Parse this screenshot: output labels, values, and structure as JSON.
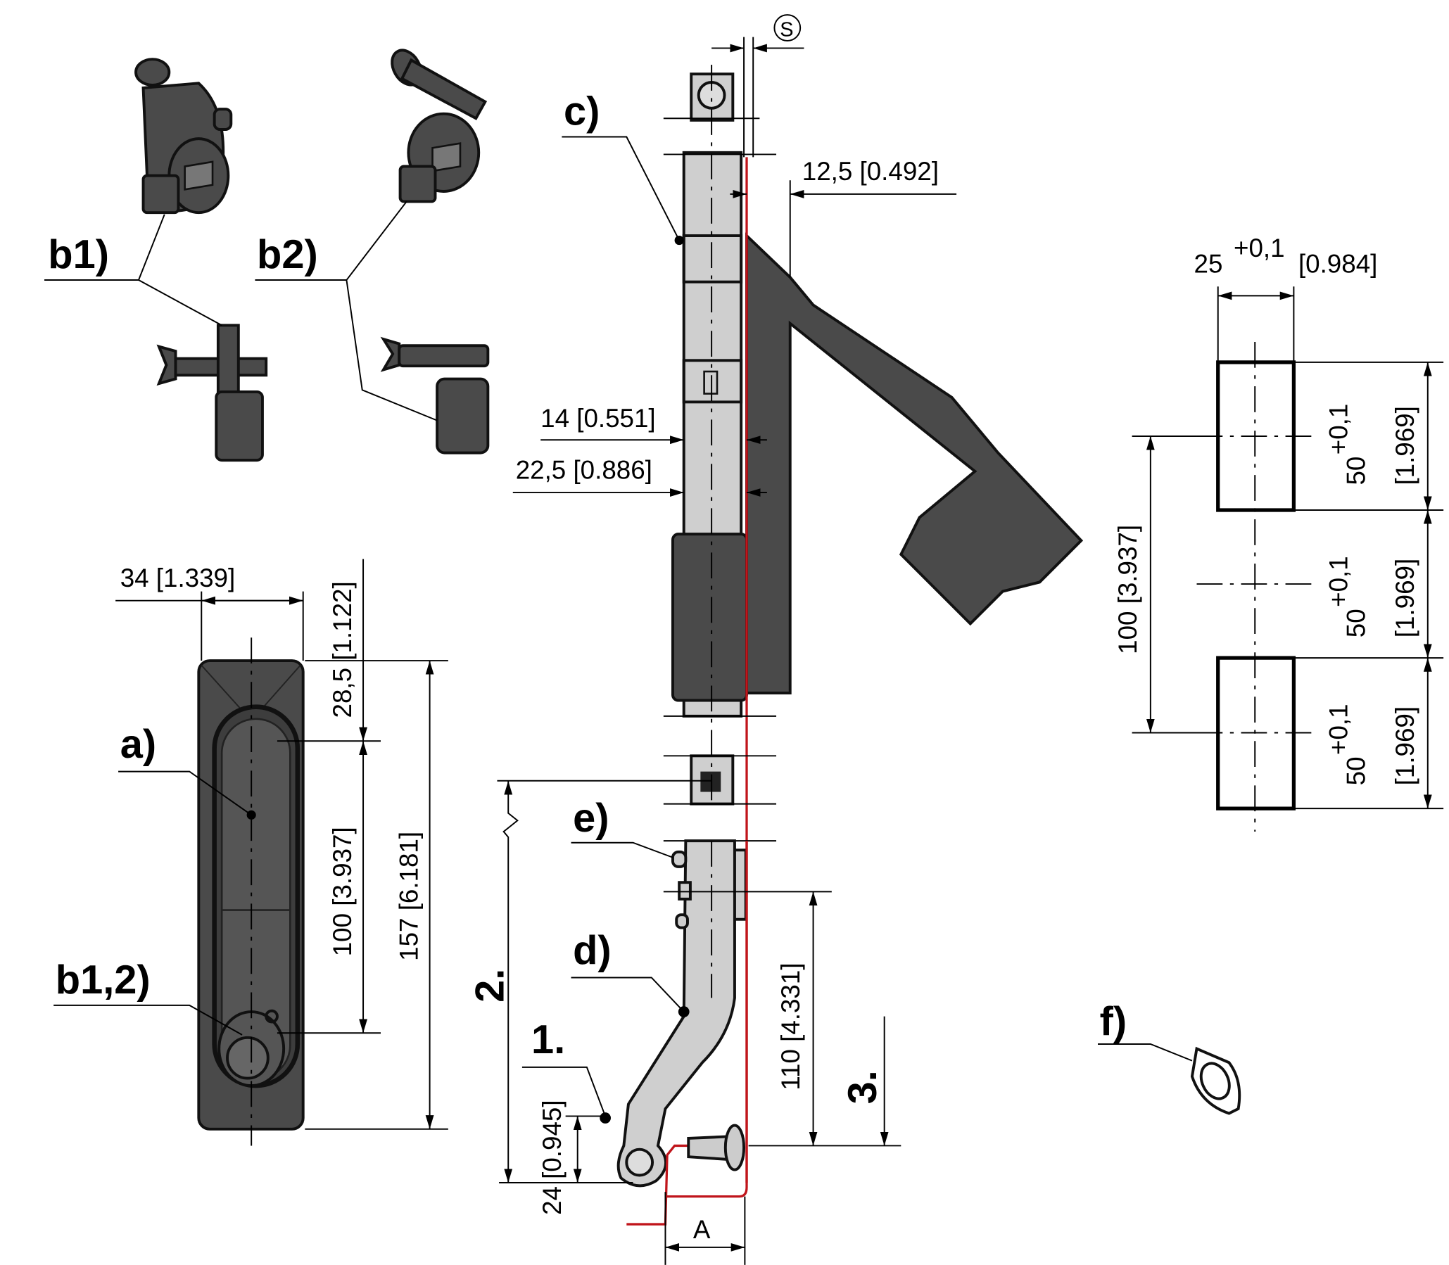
{
  "labels": {
    "a": "a)",
    "b1": "b1)",
    "b2": "b2)",
    "b12": "b1,2)",
    "c": "c)",
    "d": "d)",
    "e": "e)",
    "f": "f)",
    "step1": "1.",
    "step2": "2.",
    "step3": "3.",
    "gap_a": "A",
    "s_symbol": "S"
  },
  "dimensions": {
    "width_34": "34 [1.339]",
    "top_28_5": "28,5 [1.122]",
    "pitch_100": "100 [3.937]",
    "length_157": "157 [6.181]",
    "depth_12_5": "12,5 [0.492]",
    "depth_14": "14 [0.551]",
    "depth_22_5": "22,5 [0.886]",
    "height_110": "110 [4.331]",
    "height_24": "24 [0.945]",
    "cutout_width": "25",
    "cutout_width_tol": "+0,1",
    "cutout_width_in": "[0.984]",
    "cutout_pitch": "100 [3.937]",
    "cutout_h1": "50",
    "cutout_h1_tol": "+0,1",
    "cutout_h1_in": "[1.969]",
    "cutout_h2": "50",
    "cutout_h2_tol": "+0,1",
    "cutout_h2_in": "[1.969]",
    "cutout_h3": "50",
    "cutout_h3_tol": "+0,1",
    "cutout_h3_in": "[1.969]"
  },
  "colors": {
    "body": "#4a4a4a",
    "plate": "#cfcfcf",
    "seal": "#c0151b"
  }
}
